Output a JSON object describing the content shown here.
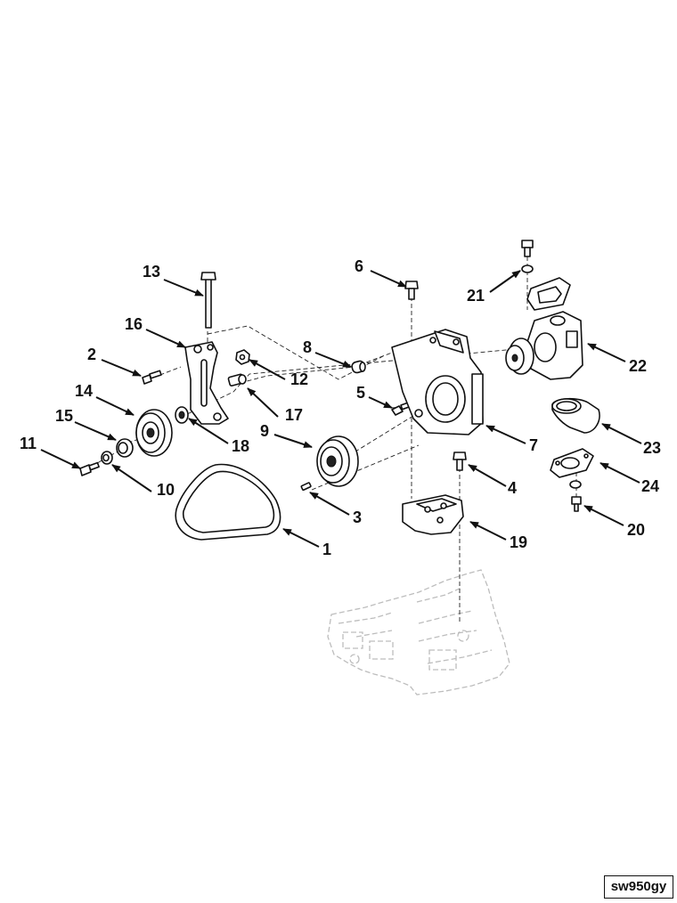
{
  "figure_code": "sw950gy",
  "callouts": [
    {
      "id": "1",
      "text": "1"
    },
    {
      "id": "2",
      "text": "2"
    },
    {
      "id": "3",
      "text": "3"
    },
    {
      "id": "4",
      "text": "4"
    },
    {
      "id": "5",
      "text": "5"
    },
    {
      "id": "6",
      "text": "6"
    },
    {
      "id": "7",
      "text": "7"
    },
    {
      "id": "8",
      "text": "8"
    },
    {
      "id": "9",
      "text": "9"
    },
    {
      "id": "10",
      "text": "10"
    },
    {
      "id": "11",
      "text": "11"
    },
    {
      "id": "12",
      "text": "12"
    },
    {
      "id": "13",
      "text": "13"
    },
    {
      "id": "14",
      "text": "14"
    },
    {
      "id": "15",
      "text": "15"
    },
    {
      "id": "16",
      "text": "16"
    },
    {
      "id": "17",
      "text": "17"
    },
    {
      "id": "18",
      "text": "18"
    },
    {
      "id": "19",
      "text": "19"
    },
    {
      "id": "20",
      "text": "20"
    },
    {
      "id": "21",
      "text": "21"
    },
    {
      "id": "22",
      "text": "22"
    },
    {
      "id": "23",
      "text": "23"
    },
    {
      "id": "24",
      "text": "24"
    }
  ]
}
